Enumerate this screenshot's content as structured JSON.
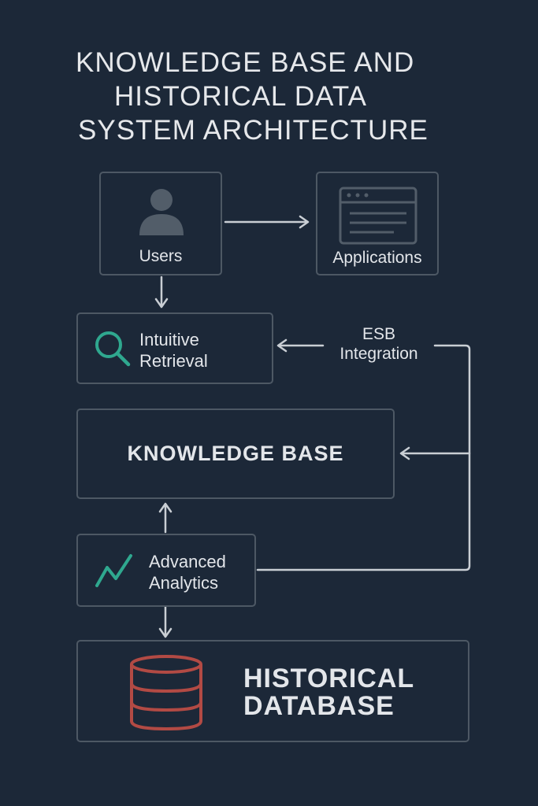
{
  "title": {
    "line1": "KNOWLEDGE BASE AND",
    "line2": "HISTORICAL DATA",
    "line3": "SYSTEM ARCHITECTURE"
  },
  "nodes": {
    "users": {
      "label": "Users",
      "icon": "user-icon"
    },
    "applications": {
      "label": "Applications",
      "icon": "app-window-icon"
    },
    "intuitive_retrieval": {
      "line1": "Intuitive",
      "line2": "Retrieval",
      "icon": "search-icon"
    },
    "knowledge_base": {
      "label": "KNOWLEDGE BASE"
    },
    "advanced_analytics": {
      "line1": "Advanced",
      "line2": "Analytics",
      "icon": "trend-line-icon"
    },
    "historical_database": {
      "line1": "HISTORICAL",
      "line2": "DATABASE",
      "icon": "database-icon"
    }
  },
  "connections": {
    "esb": {
      "line1": "ESB",
      "line2": "Integration"
    }
  },
  "colors": {
    "background": "#1c2838",
    "border": "#4d5864",
    "text": "#e3e6ea",
    "accent_teal": "#2fa88f",
    "accent_red": "#b24a44",
    "icon_gray": "#525d69"
  }
}
